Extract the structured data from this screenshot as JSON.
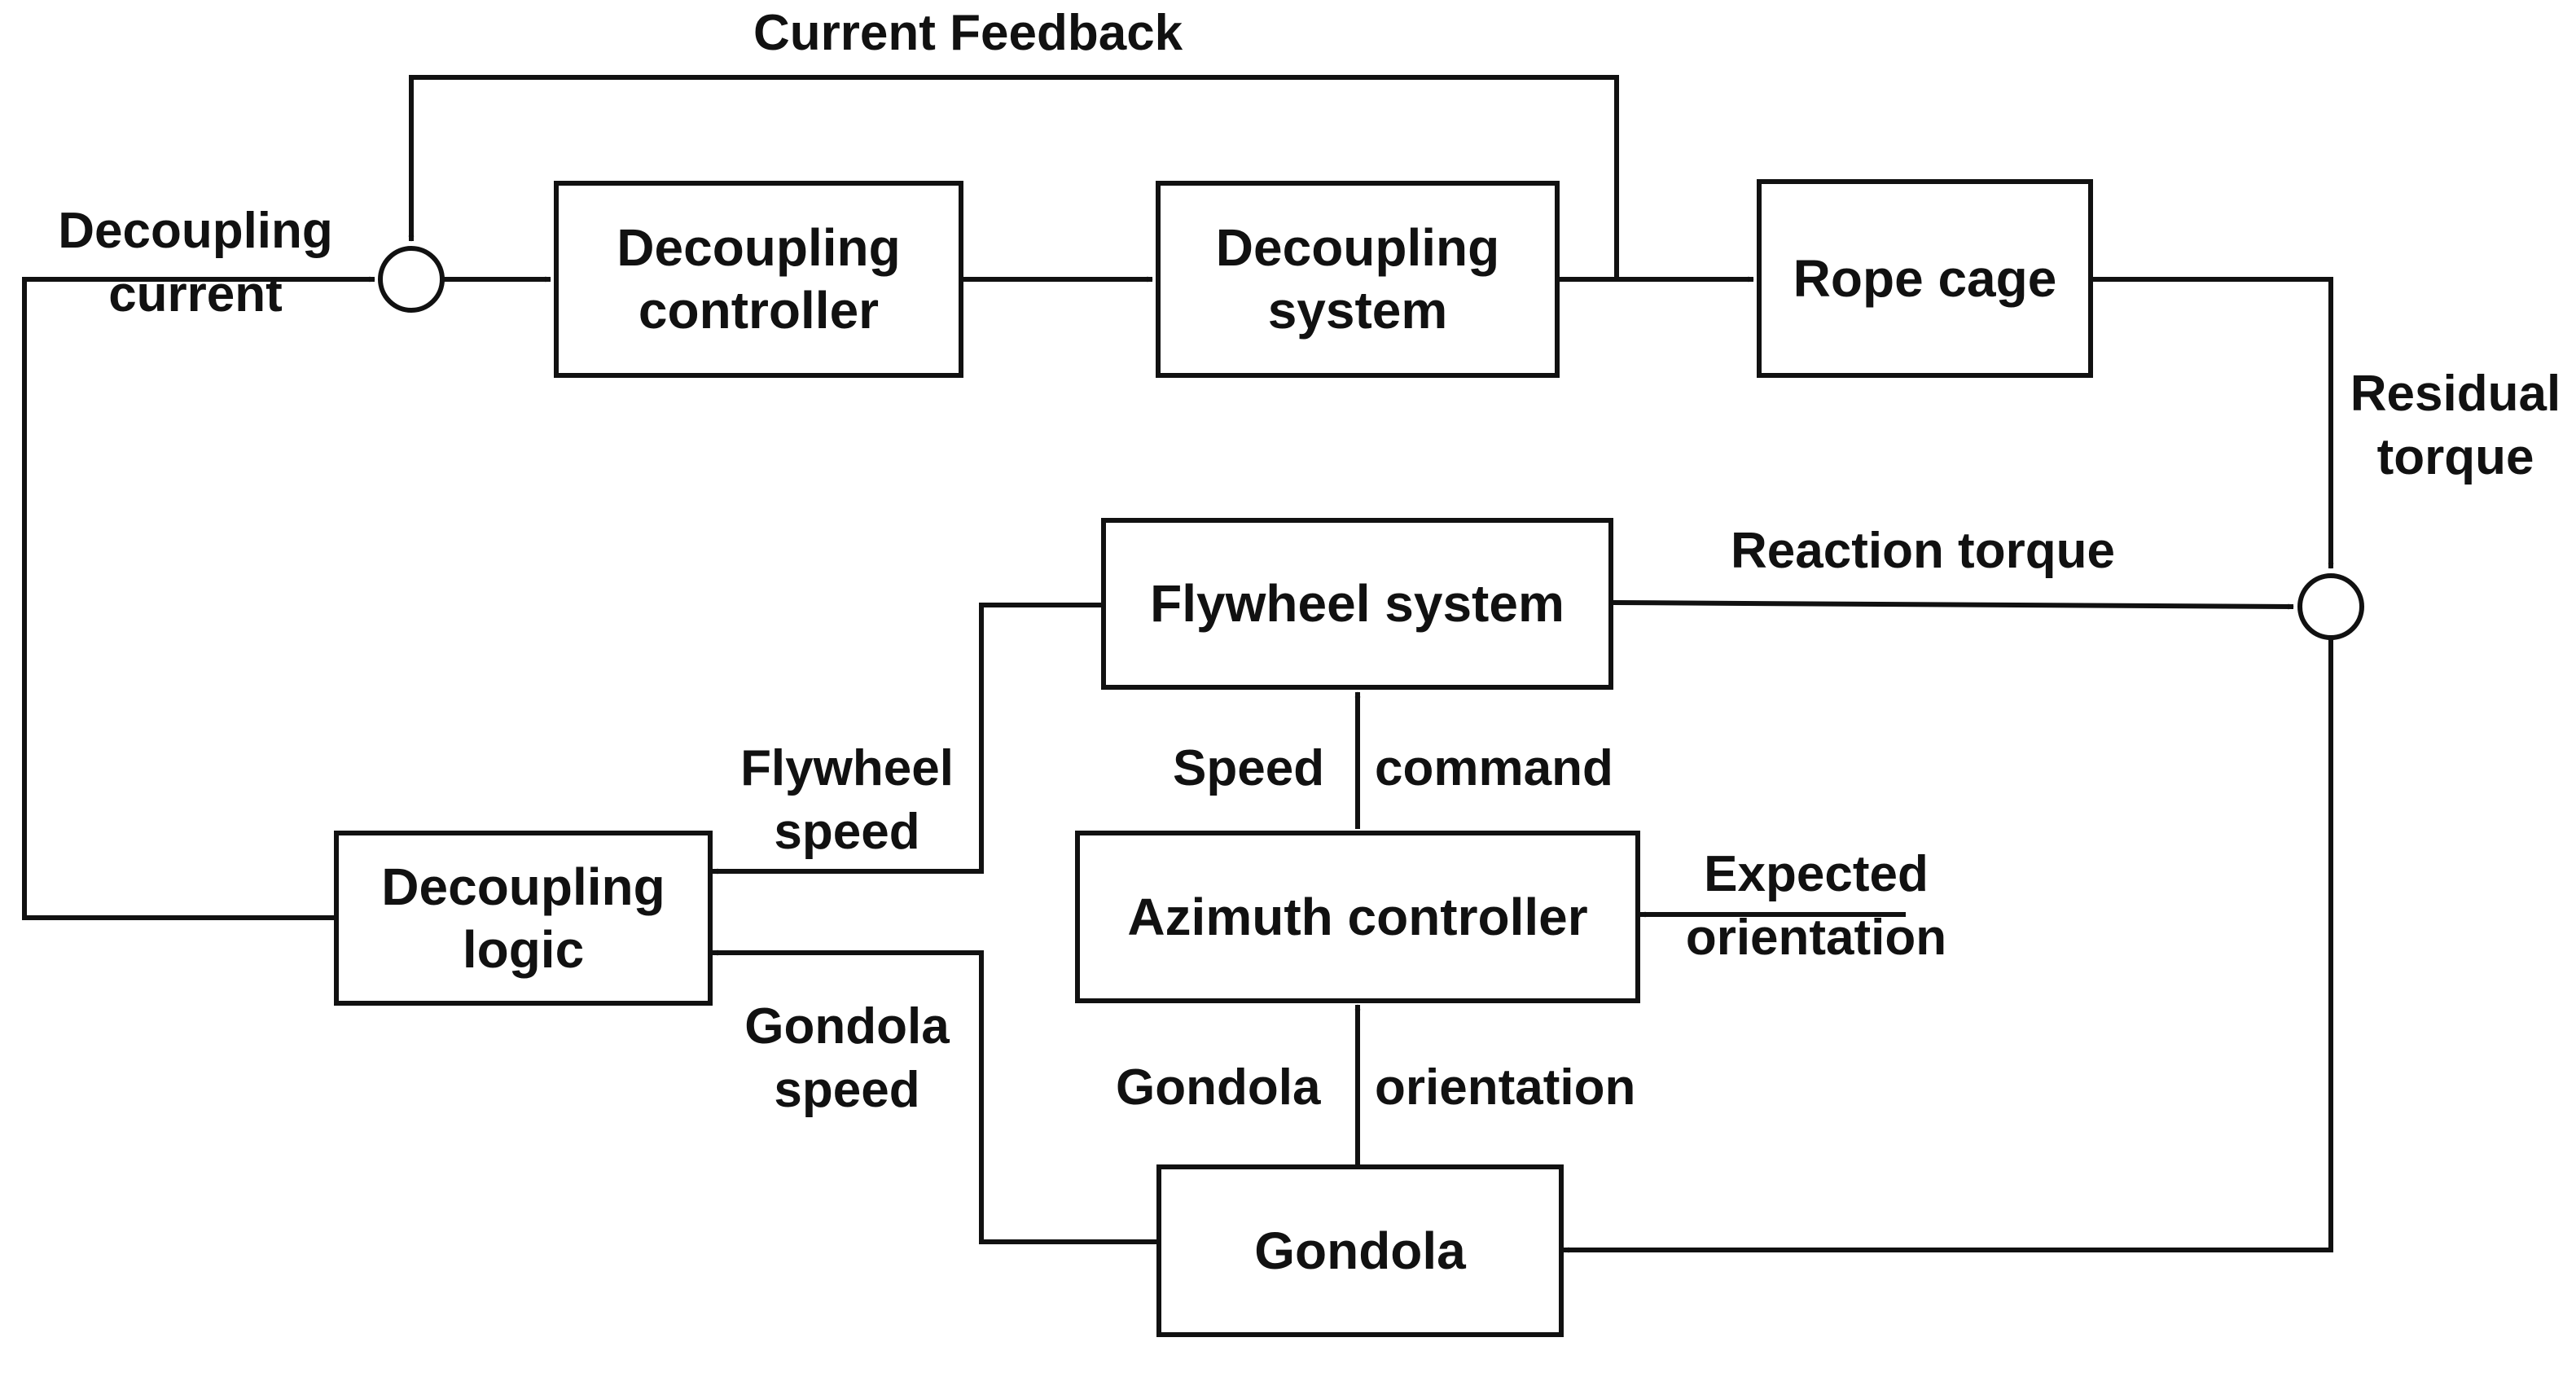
{
  "blocks": {
    "decoupling_controller": [
      "Decoupling",
      "controller"
    ],
    "decoupling_system": [
      "Decoupling",
      "system"
    ],
    "rope_cage": [
      "Rope cage"
    ],
    "flywheel_system": [
      "Flywheel system"
    ],
    "azimuth_controller": [
      "Azimuth controller"
    ],
    "decoupling_logic": [
      "Decoupling",
      "logic"
    ],
    "gondola": [
      "Gondola"
    ]
  },
  "signals": {
    "current_feedback": "Current Feedback",
    "decoupling_current": [
      "Decoupling",
      "current"
    ],
    "residual_torque": [
      "Residual",
      "torque"
    ],
    "reaction_torque": "Reaction torque",
    "speed_command": [
      "Speed",
      "command"
    ],
    "flywheel_speed": [
      "Flywheel",
      "speed"
    ],
    "gondola_speed": [
      "Gondola",
      "speed"
    ],
    "expected_orientation": [
      "Expected",
      "orientation"
    ],
    "gondola_orientation": [
      "Gondola",
      "orientation"
    ]
  }
}
